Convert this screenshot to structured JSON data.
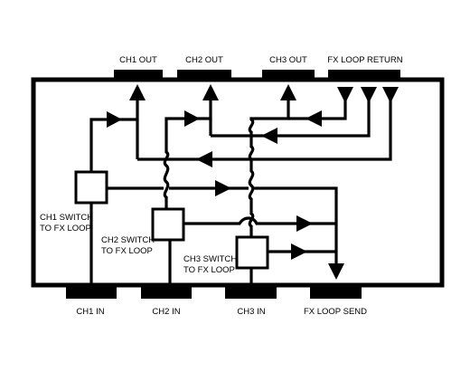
{
  "diagram": {
    "jacks_top": [
      {
        "id": "ch1-out",
        "label": "CH1 OUT"
      },
      {
        "id": "ch2-out",
        "label": "CH2 OUT"
      },
      {
        "id": "ch3-out",
        "label": "CH3 OUT"
      },
      {
        "id": "fx-loop-return",
        "label": "FX LOOP RETURN"
      }
    ],
    "jacks_bottom": [
      {
        "id": "ch1-in",
        "label": "CH1 IN"
      },
      {
        "id": "ch2-in",
        "label": "CH2 IN"
      },
      {
        "id": "ch3-in",
        "label": "CH3 IN"
      },
      {
        "id": "fx-loop-send",
        "label": "FX LOOP SEND"
      }
    ],
    "switches": [
      {
        "id": "ch1-switch",
        "line1": "CH1 SWITCH",
        "line2": "TO FX LOOP"
      },
      {
        "id": "ch2-switch",
        "line1": "CH2 SWITCH",
        "line2": "TO FX LOOP"
      },
      {
        "id": "ch3-switch",
        "line1": "CH3 SWITCH",
        "line2": "TO FX LOOP"
      }
    ],
    "colors": {
      "ink": "#000000",
      "background": "#ffffff"
    }
  }
}
